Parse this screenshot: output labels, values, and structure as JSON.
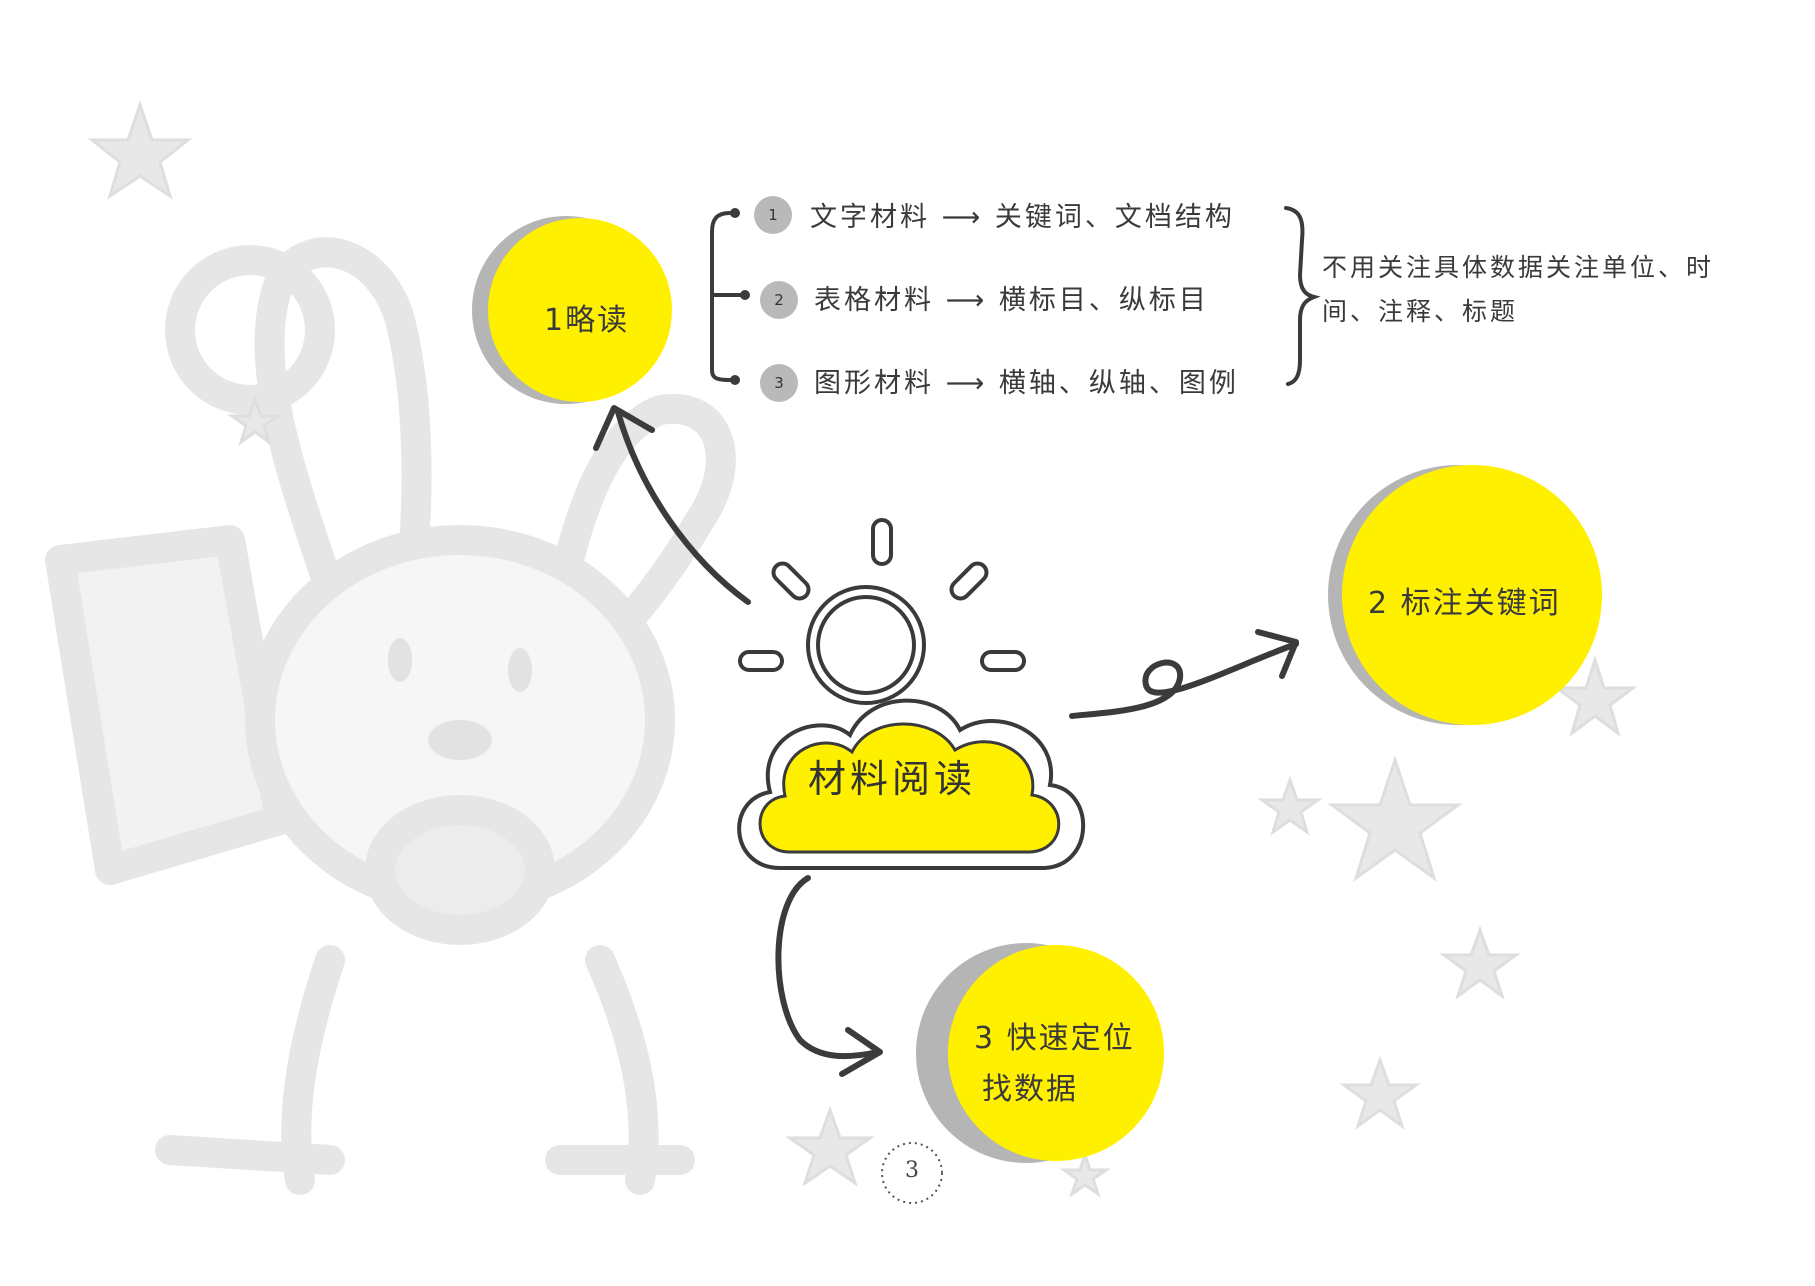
{
  "colors": {
    "accent_yellow": "#fff000",
    "shadow_gray": "#b5b5b5",
    "ink": "#3a3a3a",
    "faint_gray": "#e9e9e9"
  },
  "center": {
    "title": "材料阅读"
  },
  "nodes": [
    {
      "id": "skim",
      "label": "1略读"
    },
    {
      "id": "mark",
      "label": "2 标注关键词"
    },
    {
      "id": "locate",
      "label_line1": "3 快速定位",
      "label_line2": "找数据"
    }
  ],
  "skim_branches": [
    {
      "num": "1",
      "text": "文字材料 ⟶ 关键词、文档结构"
    },
    {
      "num": "2",
      "text": "表格材料 ⟶ 横标目、纵标目"
    },
    {
      "num": "3",
      "text": "图形材料 ⟶ 横轴、纵轴、图例"
    }
  ],
  "skim_note": "不用关注具体数据关注单位、时间、注释、标题",
  "page_number": "3",
  "icons": {
    "sun": "sun-icon",
    "cloud": "cloud-icon",
    "rabbit": "rabbit-illustration",
    "star": "star-icon"
  }
}
